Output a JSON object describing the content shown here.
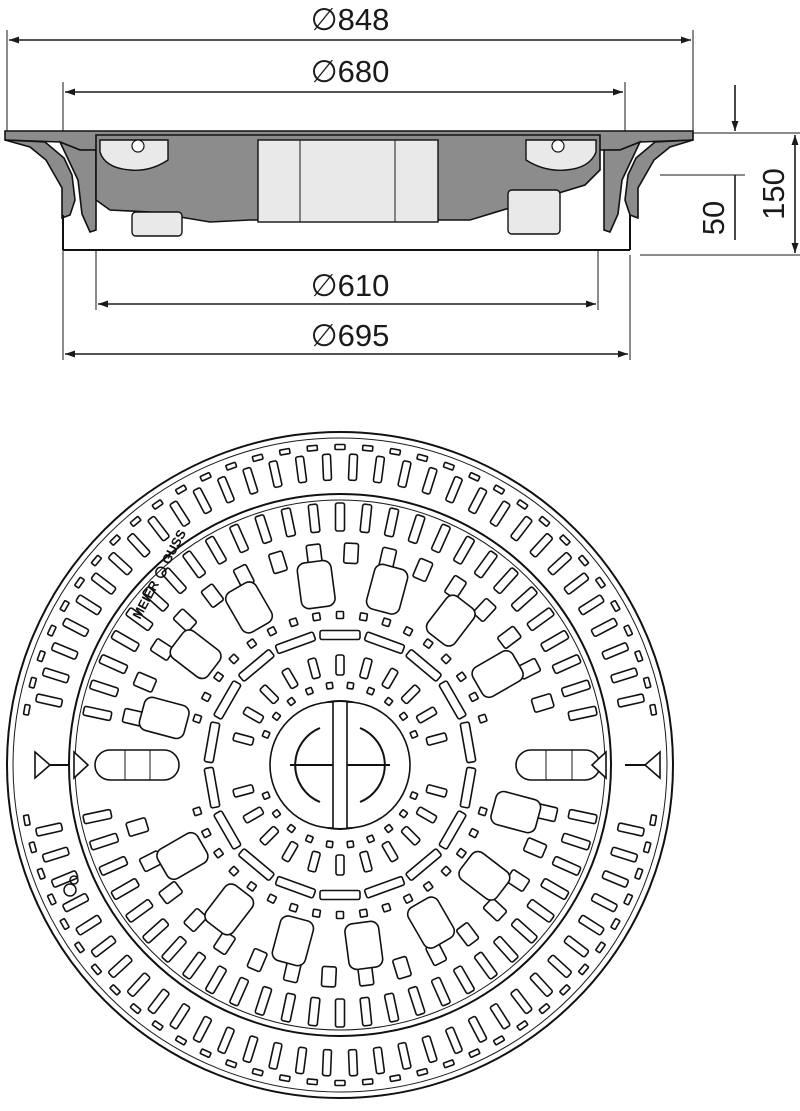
{
  "drawing": {
    "dimensions": {
      "d_overall": "848",
      "d_clear": "680",
      "d_bottom_inner": "610",
      "d_frame_base": "695",
      "height_total": "150",
      "height_step": "50"
    },
    "diameter_symbol": "∅",
    "logo": {
      "brand": "MEIER",
      "word": "GUSS"
    }
  }
}
